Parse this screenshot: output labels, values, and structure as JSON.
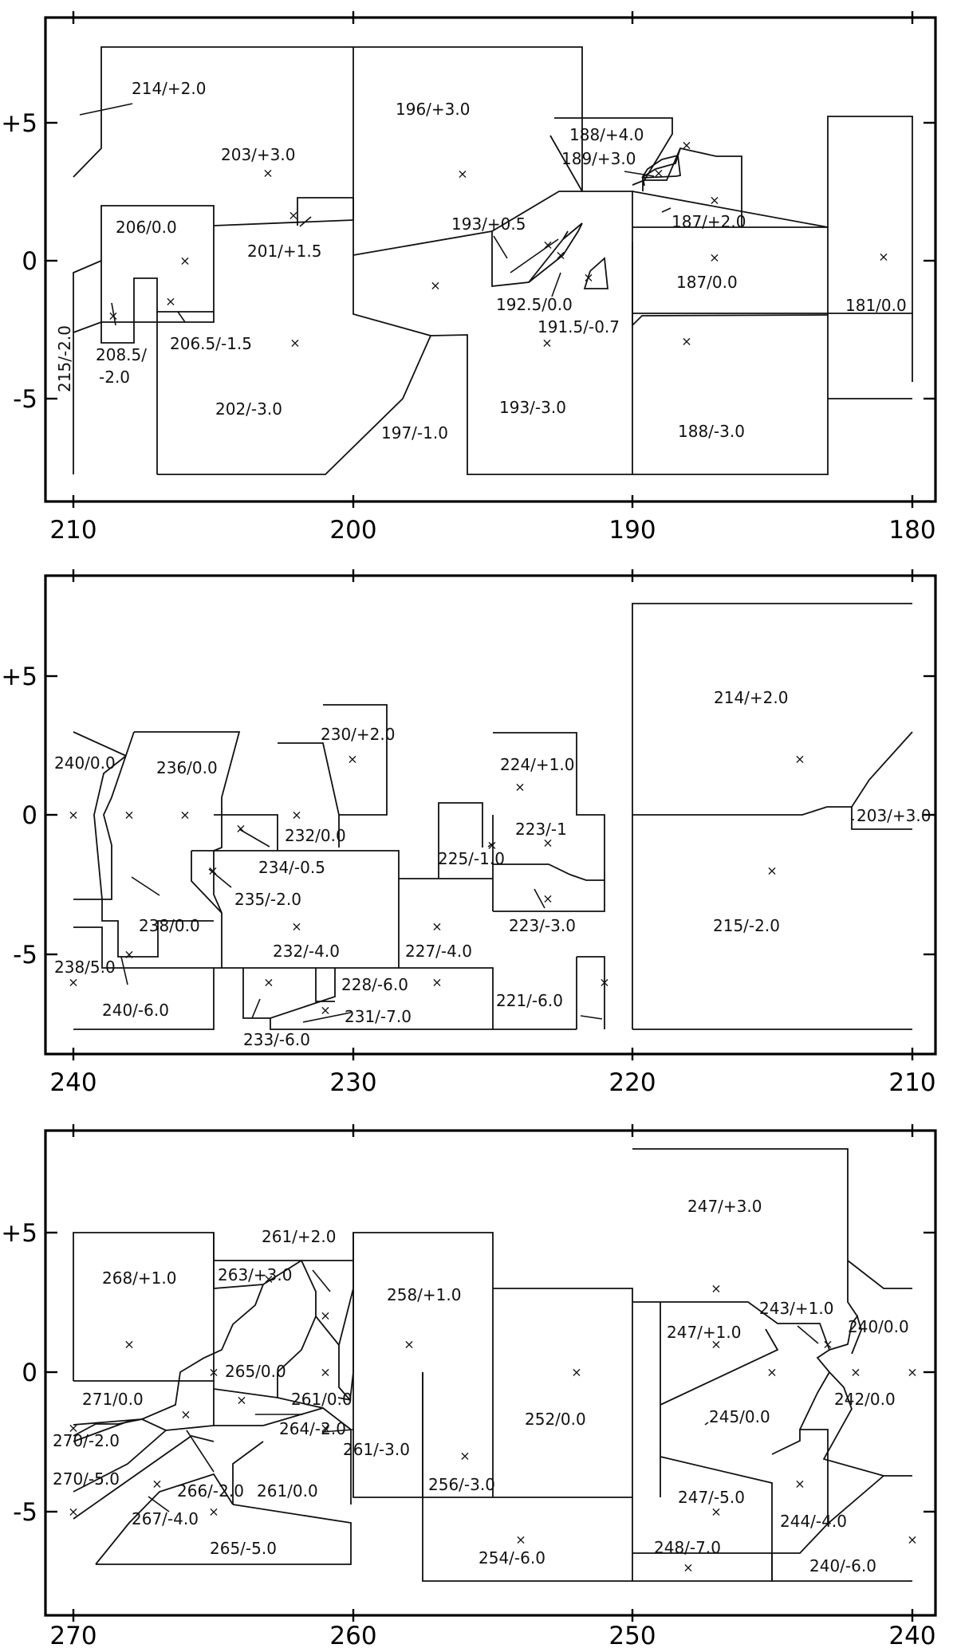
{
  "panels": [
    {
      "x_ticks": [
        "210",
        "200",
        "190",
        "180"
      ],
      "y_ticks": [
        "+5",
        "0",
        "-5"
      ],
      "labels": [
        "214/+2.0",
        "196/+3.0",
        "188/+4.0",
        "189/+3.0",
        "203/+3.0",
        "187/+2.0",
        "206/0.0",
        "201/+1.5",
        "193/+0.5",
        "187/0.0",
        "192.5/0.0",
        "191.5/-0.7",
        "181/0.0",
        "206.5/-1.5",
        "215/-2.0",
        "208.5/",
        "-2.0",
        "202/-3.0",
        "197/-1.0",
        "193/-3.0",
        "188/-3.0"
      ]
    },
    {
      "x_ticks": [
        "240",
        "230",
        "220",
        "210"
      ],
      "y_ticks": [
        "+5",
        "0",
        "-5"
      ],
      "labels": [
        "214/+2.0",
        "230/+2.0",
        "240/0.0",
        "236/0.0",
        "224/+1.0",
        "232/0.0",
        "223/-1",
        "203/+3.0",
        "234/-0.5",
        "225/-1.0",
        "235/-2.0",
        "238/0.0",
        "223/-3.0",
        "215/-2.0",
        "232/-4.0",
        "227/-4.0",
        "238/5.0",
        "228/-6.0",
        "240/-6.0",
        "221/-6.0",
        "231/-7.0",
        "233/-6.0"
      ]
    },
    {
      "x_ticks": [
        "270",
        "260",
        "250",
        "240"
      ],
      "y_ticks": [
        "+5",
        "0",
        "-5"
      ],
      "labels": [
        "247/+3.0",
        "261/+2.0",
        "268/+1.0",
        "263/+3.0",
        "258/+1.0",
        "243/+1.0",
        "247/+1.0",
        "240/0.0",
        "265/0.0",
        "271/0.0",
        "261/0.0",
        "252/0.0",
        "245/0.0",
        "242/0.0",
        "270/-2.0",
        "264/-2.0",
        "261/-3.0",
        "270/-5.0",
        "266/-2.0",
        "261/0.0",
        "256/-3.0",
        "247/-5.0",
        "267/-4.0",
        "244/-4.0",
        "265/-5.0",
        "254/-6.0",
        "248/-7.0",
        "240/-6.0"
      ]
    }
  ]
}
